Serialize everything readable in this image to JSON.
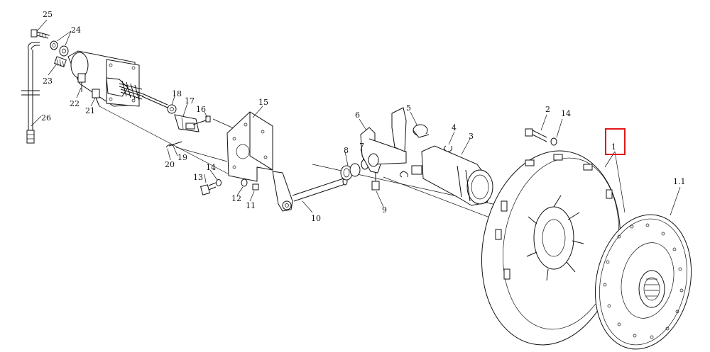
{
  "labels": {
    "p25": "25",
    "p24": "24",
    "p23": "23",
    "p22": "22",
    "p21": "21",
    "p26": "26",
    "p18": "18",
    "p17": "17",
    "p16": "16",
    "p15": "15",
    "p19": "19",
    "p20": "20",
    "p13": "13",
    "p14a": "14",
    "p12": "12",
    "p11": "11",
    "p10": "10",
    "p6": "6",
    "p5": "5",
    "p7": "7",
    "p8": "8",
    "p9": "9",
    "p4": "4",
    "p3": "3",
    "p2": "2",
    "p14b": "14",
    "p1": "1",
    "p1_1": "1.1"
  },
  "colors": {
    "highlight": "#e0161b",
    "line": "#111111"
  },
  "highlighted_part": "1"
}
